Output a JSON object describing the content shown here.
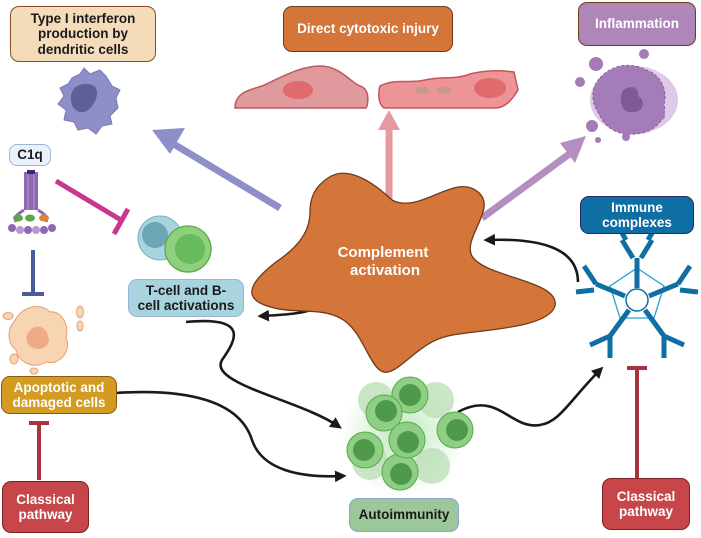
{
  "diagram": {
    "center": {
      "label_line1": "Complement",
      "label_line2": "activation",
      "color": "#d4753a"
    },
    "outcomes": {
      "type1_ifn": {
        "line1": "Type I interferon",
        "line2": "production by",
        "line3": "dendritic cells",
        "fill": "#f4dcbb",
        "border": "#8a4b2a"
      },
      "cytotoxic": {
        "label": "Direct cytotoxic injury",
        "fill": "#d4753a",
        "border": "#6e3a1a"
      },
      "inflammation": {
        "label": "Inflammation",
        "fill": "#ae86b8",
        "border": "#6e3a1a"
      }
    },
    "c1q": {
      "label": "C1q",
      "fill": "#e9f1fb",
      "border": "#9ab5d6"
    },
    "tb_cells": {
      "line1": "T-cell and B-",
      "line2": "cell activations",
      "fill": "#a8d4df",
      "border": "#9ab5d6"
    },
    "immune_complexes": {
      "line1": "Immune",
      "line2": "complexes",
      "fill": "#0f6ea3",
      "border": "#2a2a5a"
    },
    "apoptotic": {
      "line1": "Apoptotic and",
      "line2": "damaged cells",
      "fill": "#d49b23",
      "border": "#8a5a12"
    },
    "classical_left": {
      "line1": "Classical",
      "line2": "pathway",
      "fill": "#c6464a",
      "border": "#7e1e26"
    },
    "classical_right": {
      "line1": "Classical",
      "line2": "pathway",
      "fill": "#c6464a",
      "border": "#7e1e26"
    },
    "autoimmunity": {
      "label": "Autoimmunity",
      "fill": "#9cc79a",
      "border": "#8ea4d4"
    }
  },
  "colors": {
    "arrow_dc": "#8e8ec9",
    "arrow_cyto": "#e69aa0",
    "arrow_infl": "#b48ec0",
    "inhibit_c1q_tb": "#c9358f",
    "inhibit_c1q_apop": "#4a5a9a",
    "inhibit_classical": "#a8323e",
    "black_arrow": "#1a1a1a"
  }
}
